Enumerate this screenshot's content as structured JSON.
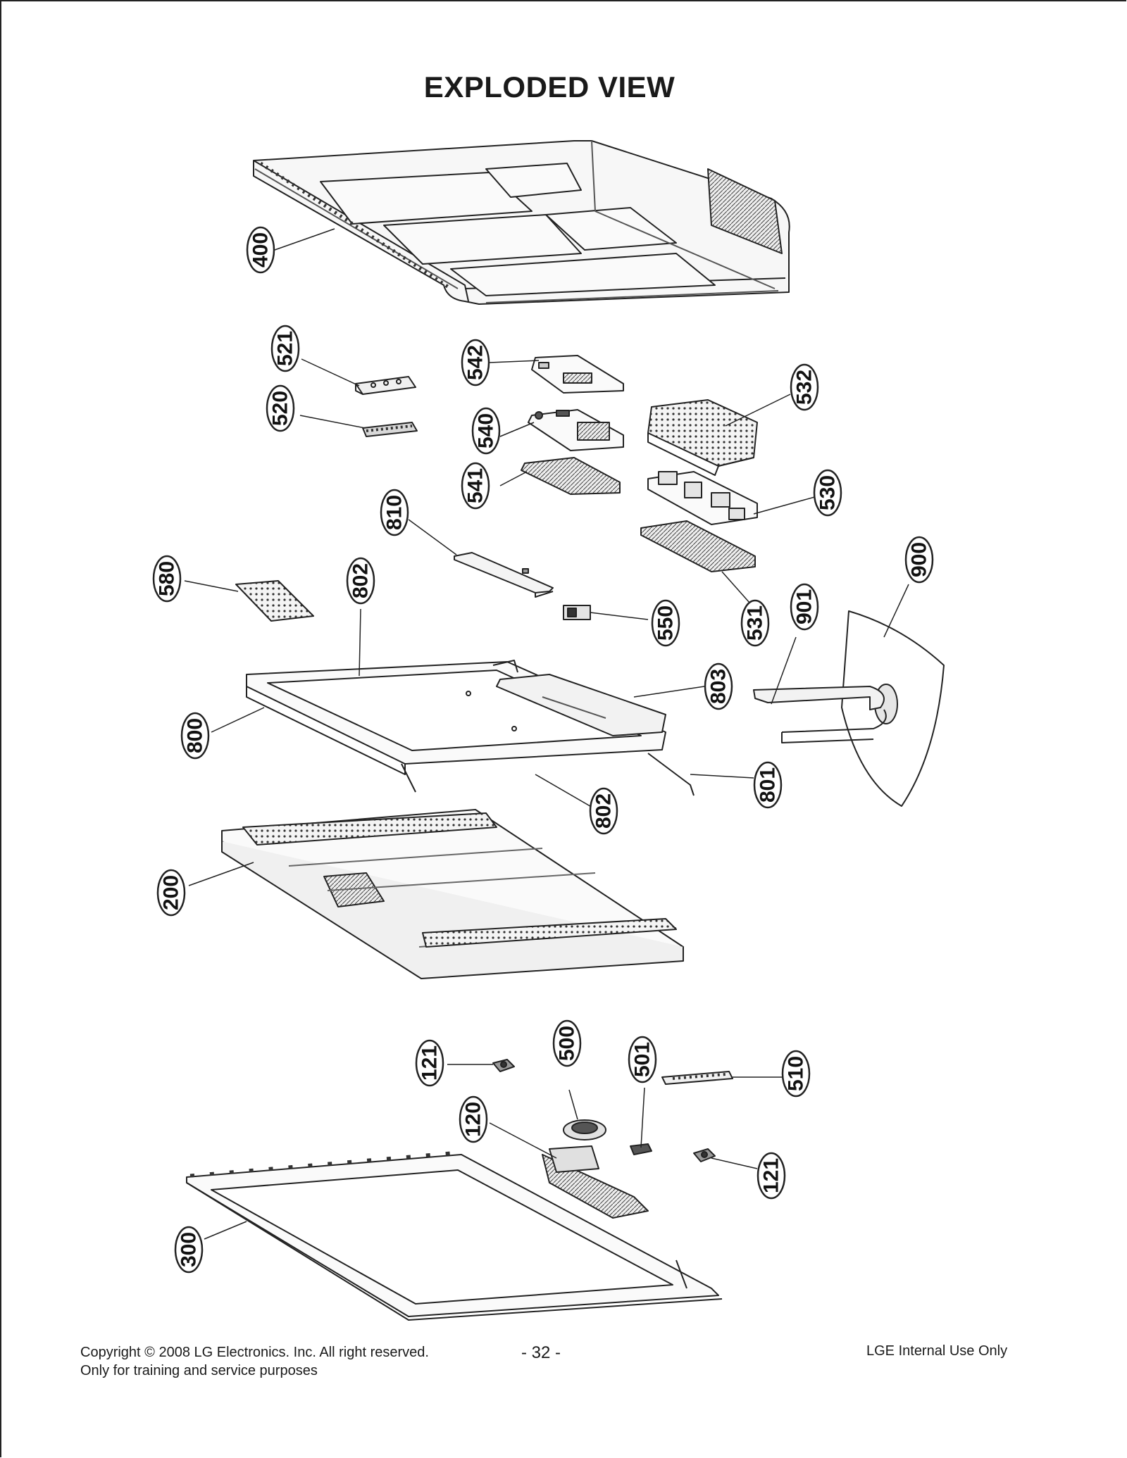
{
  "page": {
    "title": "EXPLODED VIEW",
    "page_number": "- 32 -"
  },
  "footer": {
    "copyright_line": "Copyright © 2008 LG Electronics. Inc. All right reserved.",
    "purpose_line": "Only for training and service purposes",
    "internal_use": "LGE Internal Use Only"
  },
  "callouts": {
    "c400": "400",
    "c521": "521",
    "c520": "520",
    "c542": "542",
    "c540": "540",
    "c541": "541",
    "c532": "532",
    "c530": "530",
    "c810": "810",
    "c580": "580",
    "c802a": "802",
    "c550": "550",
    "c531": "531",
    "c901": "901",
    "c900": "900",
    "c803": "803",
    "c800": "800",
    "c801": "801",
    "c802b": "802",
    "c200": "200",
    "c121a": "121",
    "c500": "500",
    "c501": "501",
    "c510": "510",
    "c120": "120",
    "c121b": "121",
    "c300": "300"
  },
  "colors": {
    "line": "#222222",
    "fill_light": "#f2f2f2",
    "fill_mid": "#d8d8d8",
    "fill_dark": "#555555"
  }
}
